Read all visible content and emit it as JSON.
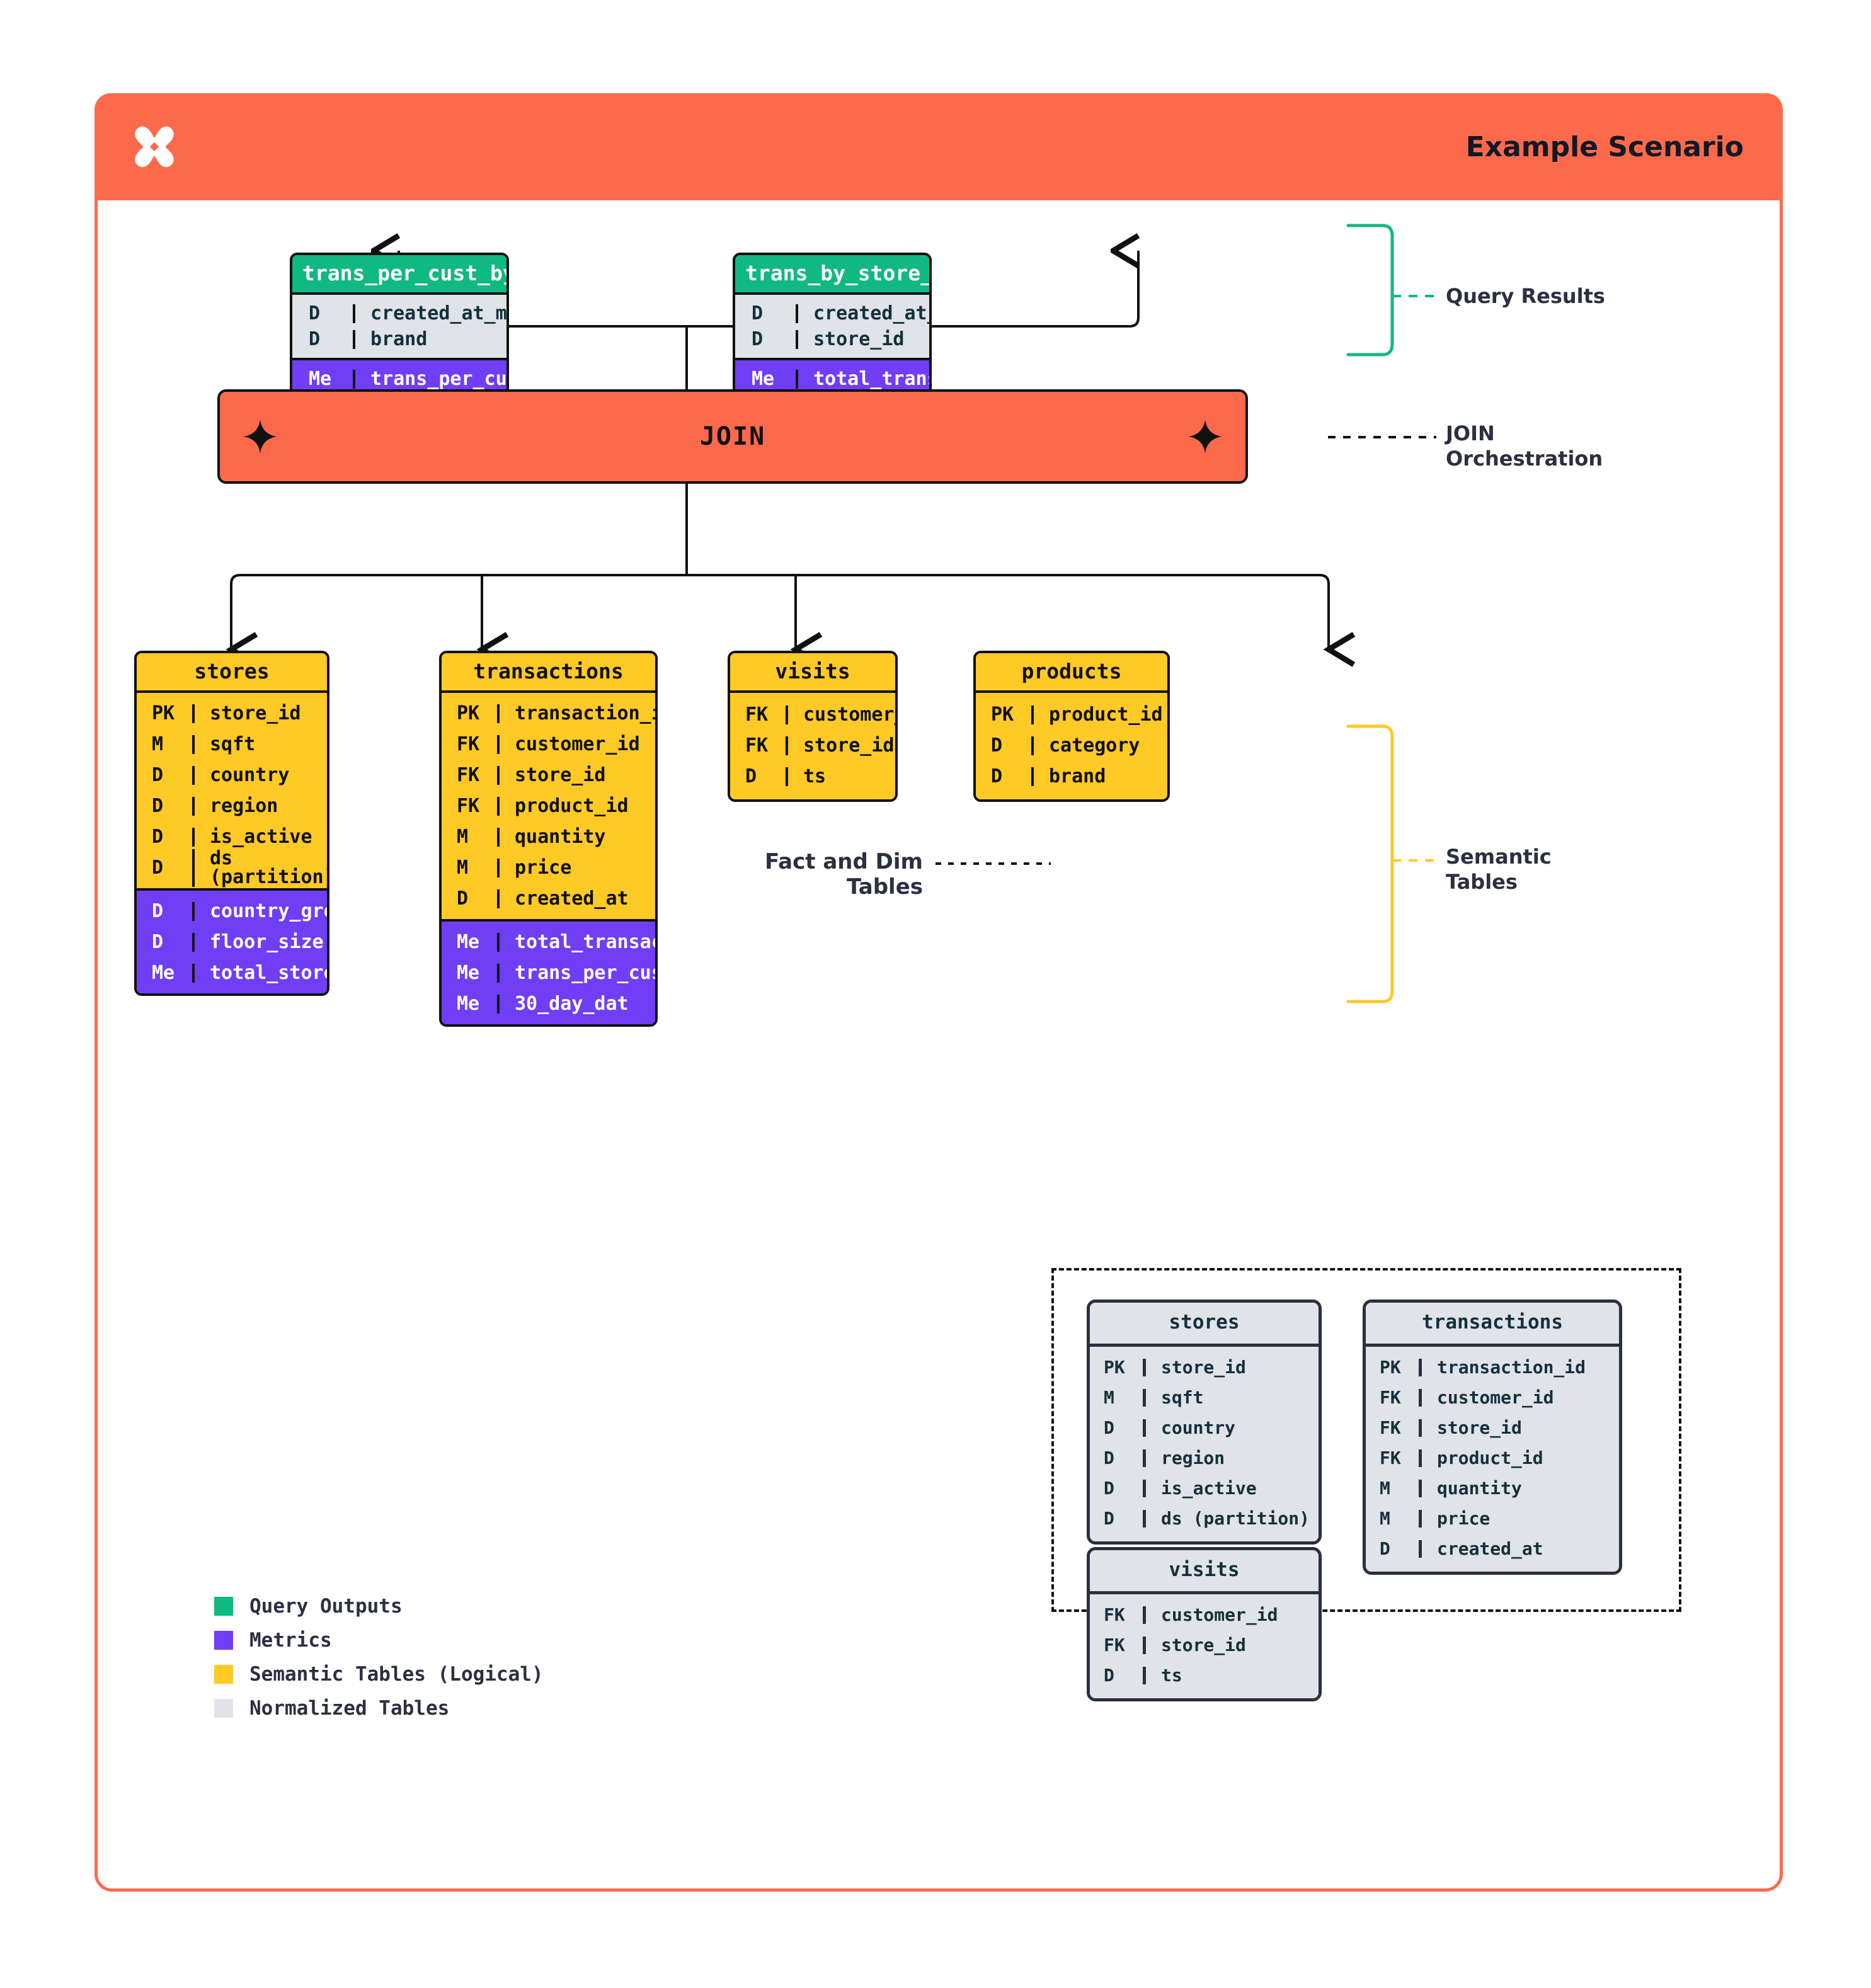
{
  "header": {
    "title": "Example Scenario",
    "logo_icon": "x-star-logo",
    "bg": "#FC6A4B"
  },
  "colors": {
    "orange": "#FC6A4B",
    "green": "#10b981",
    "purple": "#6f3ef5",
    "yellow": "#ffc926",
    "grey": "#e0e3e7",
    "ink": "#2b3040"
  },
  "query_results": {
    "annotation": "Query Results",
    "tables": [
      {
        "name": "trans_per_cust_by_brand_month",
        "dims": [
          {
            "key": "D",
            "value": "created_at_month"
          },
          {
            "key": "D",
            "value": "brand"
          }
        ],
        "metrics": [
          {
            "key": "Me",
            "value": "trans_per_cust"
          }
        ]
      },
      {
        "name": "trans_by_store_day",
        "dims": [
          {
            "key": "D",
            "value": "created_at_day"
          },
          {
            "key": "D",
            "value": "store_id"
          }
        ],
        "metrics": [
          {
            "key": "Me",
            "value": "total_transactions"
          }
        ]
      }
    ]
  },
  "join": {
    "label": "JOIN",
    "annotation_line1": "JOIN",
    "annotation_line2": "Orchestration",
    "left_icon": "sparkle-icon",
    "right_icon": "sparkle-icon"
  },
  "semantic": {
    "annotation_line1": "Semantic",
    "annotation_line2": "Tables",
    "tables": [
      {
        "name": "stores",
        "fields": [
          {
            "key": "PK",
            "value": "store_id"
          },
          {
            "key": "M",
            "value": "sqft"
          },
          {
            "key": "D",
            "value": "country"
          },
          {
            "key": "D",
            "value": "region"
          },
          {
            "key": "D",
            "value": "is_active"
          },
          {
            "key": "D",
            "value": "ds (partition)"
          }
        ],
        "metrics": [
          {
            "key": "D",
            "value": "country_group"
          },
          {
            "key": "D",
            "value": "floor_size"
          },
          {
            "key": "Me",
            "value": "total_stores"
          }
        ]
      },
      {
        "name": "transactions",
        "fields": [
          {
            "key": "PK",
            "value": "transaction_id"
          },
          {
            "key": "FK",
            "value": "customer_id"
          },
          {
            "key": "FK",
            "value": "store_id"
          },
          {
            "key": "FK",
            "value": "product_id"
          },
          {
            "key": "M",
            "value": "quantity"
          },
          {
            "key": "M",
            "value": "price"
          },
          {
            "key": "D",
            "value": "created_at"
          }
        ],
        "metrics": [
          {
            "key": "Me",
            "value": "total_transactions"
          },
          {
            "key": "Me",
            "value": "trans_per_cust"
          },
          {
            "key": "Me",
            "value": "30_day_dat"
          }
        ]
      },
      {
        "name": "visits",
        "fields": [
          {
            "key": "FK",
            "value": "customer_id"
          },
          {
            "key": "FK",
            "value": "store_id"
          },
          {
            "key": "D",
            "value": "ts"
          }
        ],
        "metrics": []
      },
      {
        "name": "products",
        "fields": [
          {
            "key": "PK",
            "value": "product_id"
          },
          {
            "key": "D",
            "value": "category"
          },
          {
            "key": "D",
            "value": "brand"
          }
        ],
        "metrics": []
      }
    ]
  },
  "fact_dim": {
    "annotation": "Fact and Dim Tables",
    "tables": [
      {
        "name": "stores",
        "fields": [
          {
            "key": "PK",
            "value": "store_id"
          },
          {
            "key": "M",
            "value": "sqft"
          },
          {
            "key": "D",
            "value": "country"
          },
          {
            "key": "D",
            "value": "region"
          },
          {
            "key": "D",
            "value": "is_active"
          },
          {
            "key": "D",
            "value": "ds (partition)"
          }
        ]
      },
      {
        "name": "transactions",
        "fields": [
          {
            "key": "PK",
            "value": "transaction_id"
          },
          {
            "key": "FK",
            "value": "customer_id"
          },
          {
            "key": "FK",
            "value": "store_id"
          },
          {
            "key": "FK",
            "value": "product_id"
          },
          {
            "key": "M",
            "value": "quantity"
          },
          {
            "key": "M",
            "value": "price"
          },
          {
            "key": "D",
            "value": "created_at"
          }
        ]
      },
      {
        "name": "visits",
        "fields": [
          {
            "key": "FK",
            "value": "customer_id"
          },
          {
            "key": "FK",
            "value": "store_id"
          },
          {
            "key": "D",
            "value": "ts"
          }
        ]
      }
    ]
  },
  "legend": {
    "items": [
      {
        "label": "Query Outputs",
        "color": "#10b981"
      },
      {
        "label": "Metrics",
        "color": "#6f3ef5"
      },
      {
        "label": "Semantic Tables (Logical)",
        "color": "#ffc926"
      },
      {
        "label": "Normalized Tables",
        "color": "#e0e3e7"
      }
    ]
  }
}
